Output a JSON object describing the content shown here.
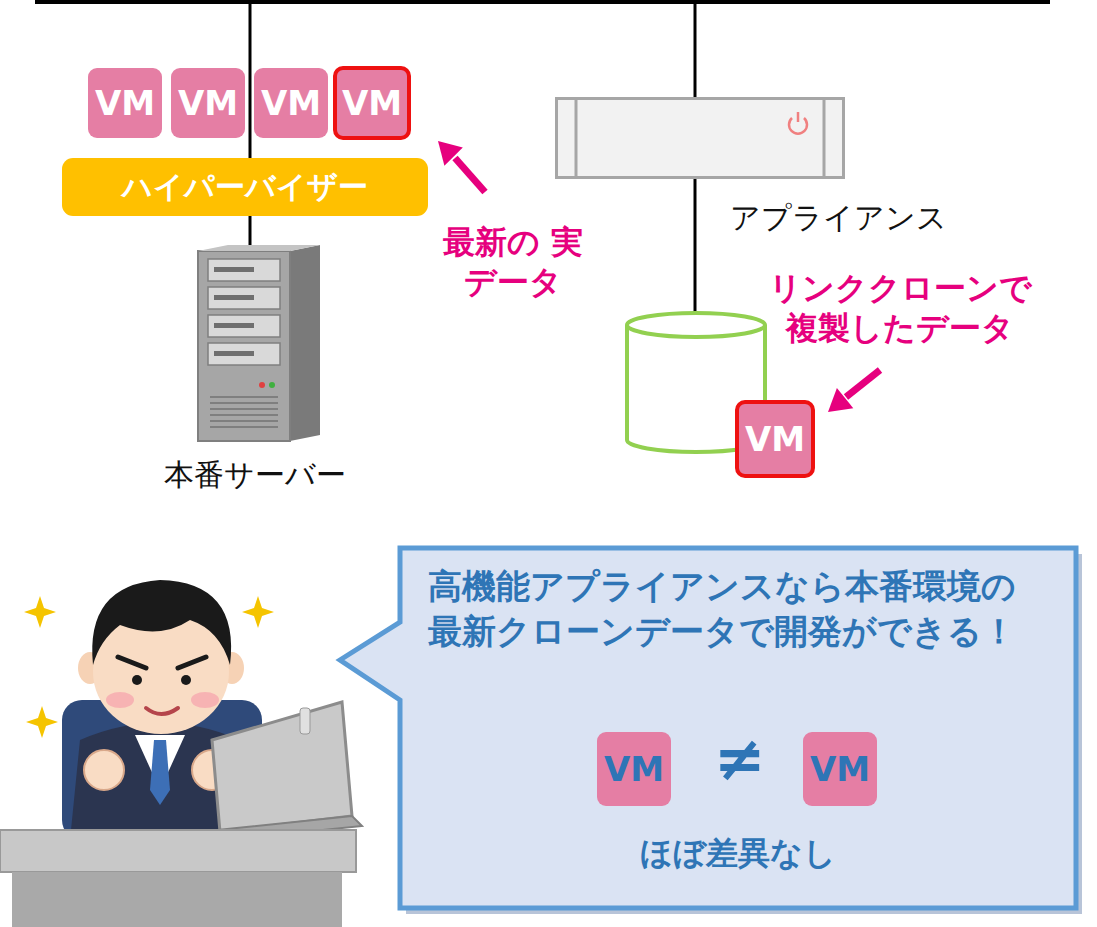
{
  "diagram": {
    "nodes": [
      {
        "text": [
          "VM"
        ]
      },
      {
        "text": [
          "VM"
        ]
      },
      {
        "text": [
          "VM"
        ]
      },
      {
        "text": [
          "VM"
        ]
      },
      {
        "text": [
          "ハイパーバイザー"
        ]
      },
      {
        "text": [
          "本番サーバー"
        ]
      },
      {
        "text": [
          "アプライアンス"
        ]
      },
      {
        "text": [
          "VM"
        ]
      },
      {
        "text": [
          "高機能アプライアンスなら本番環境の 最新クローンデータで開発ができる！",
          "ほぼ差異なし"
        ]
      },
      {
        "text": [
          "VM"
        ],
        "in": 8
      },
      {
        "text": [
          "VM"
        ],
        "in": 8
      }
    ],
    "edges": [
      {
        "from": 4,
        "to": 5,
        "arrow": "none"
      }
    ],
    "labels": [
      "最新の 実データ",
      "リンククローンで 複製したデータ",
      "≠"
    ]
  }
}
